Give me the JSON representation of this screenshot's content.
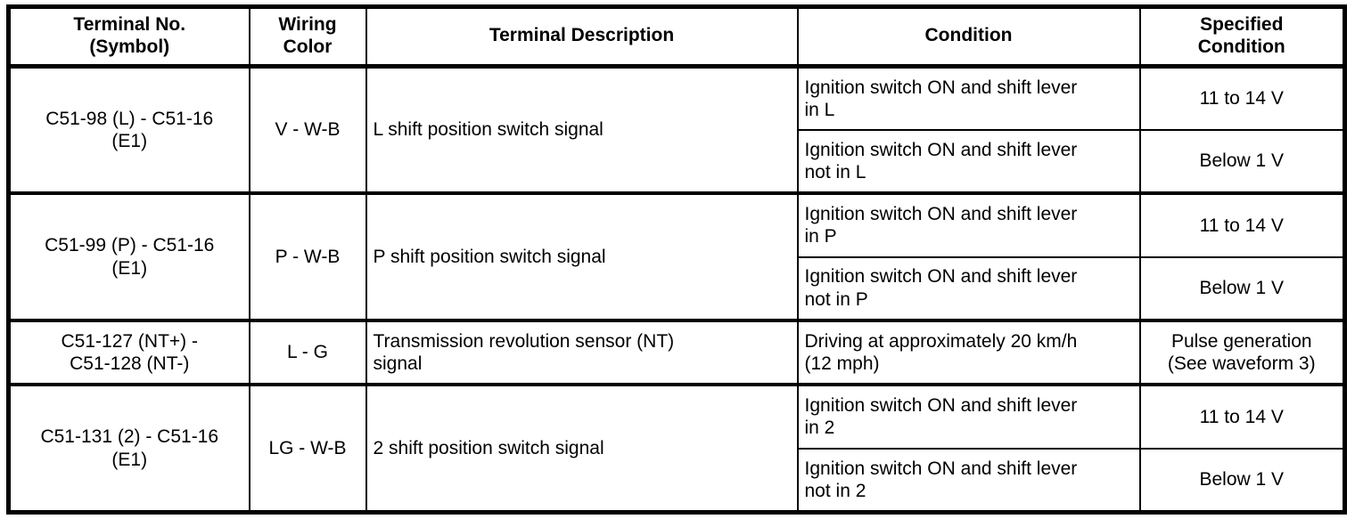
{
  "table": {
    "headers": [
      "Terminal No.\n(Symbol)",
      "Wiring\nColor",
      "Terminal Description",
      "Condition",
      "Specified\nCondition"
    ],
    "header_lines": {
      "terminal_no_l1": "Terminal No.",
      "terminal_no_l2": "(Symbol)",
      "wiring_color_l1": "Wiring",
      "wiring_color_l2": "Color",
      "terminal_description": "Terminal Description",
      "condition": "Condition",
      "specified_condition_l1": "Specified",
      "specified_condition_l2": "Condition"
    },
    "rows": [
      {
        "terminal_no_l1": "C51-98 (L) - C51-16",
        "terminal_no_l2": "(E1)",
        "wiring_color": "V - W-B",
        "description": "L shift position switch signal",
        "conditions": [
          {
            "condition_l1": "Ignition switch ON and shift lever",
            "condition_l2": "in L",
            "specified": "11 to 14 V"
          },
          {
            "condition_l1": "Ignition switch ON and shift lever",
            "condition_l2": "not in L",
            "specified": "Below 1 V"
          }
        ]
      },
      {
        "terminal_no_l1": "C51-99 (P) - C51-16",
        "terminal_no_l2": "(E1)",
        "wiring_color": "P - W-B",
        "description": "P shift position switch signal",
        "conditions": [
          {
            "condition_l1": "Ignition switch ON and shift lever",
            "condition_l2": "in P",
            "specified": "11 to 14 V"
          },
          {
            "condition_l1": "Ignition switch ON and shift lever",
            "condition_l2": "not in P",
            "specified": "Below 1 V"
          }
        ]
      },
      {
        "terminal_no_l1": "C51-127 (NT+) -",
        "terminal_no_l2": "C51-128 (NT-)",
        "wiring_color": "L - G",
        "description_l1": "Transmission revolution sensor (NT)",
        "description_l2": "signal",
        "conditions": [
          {
            "condition_l1": "Driving at approximately 20 km/h",
            "condition_l2": "(12 mph)",
            "specified_l1": "Pulse generation",
            "specified_l2": "(See waveform 3)"
          }
        ]
      },
      {
        "terminal_no_l1": "C51-131 (2) - C51-16",
        "terminal_no_l2": "(E1)",
        "wiring_color": "LG - W-B",
        "description": "2 shift position switch signal",
        "conditions": [
          {
            "condition_l1": "Ignition switch ON and shift lever",
            "condition_l2": "in 2",
            "specified": "11 to 14 V"
          },
          {
            "condition_l1": "Ignition switch ON and shift lever",
            "condition_l2": "not in 2",
            "specified": "Below 1 V"
          }
        ]
      }
    ]
  },
  "colors": {
    "border": "#000000",
    "background": "#ffffff",
    "text": "#000000"
  }
}
